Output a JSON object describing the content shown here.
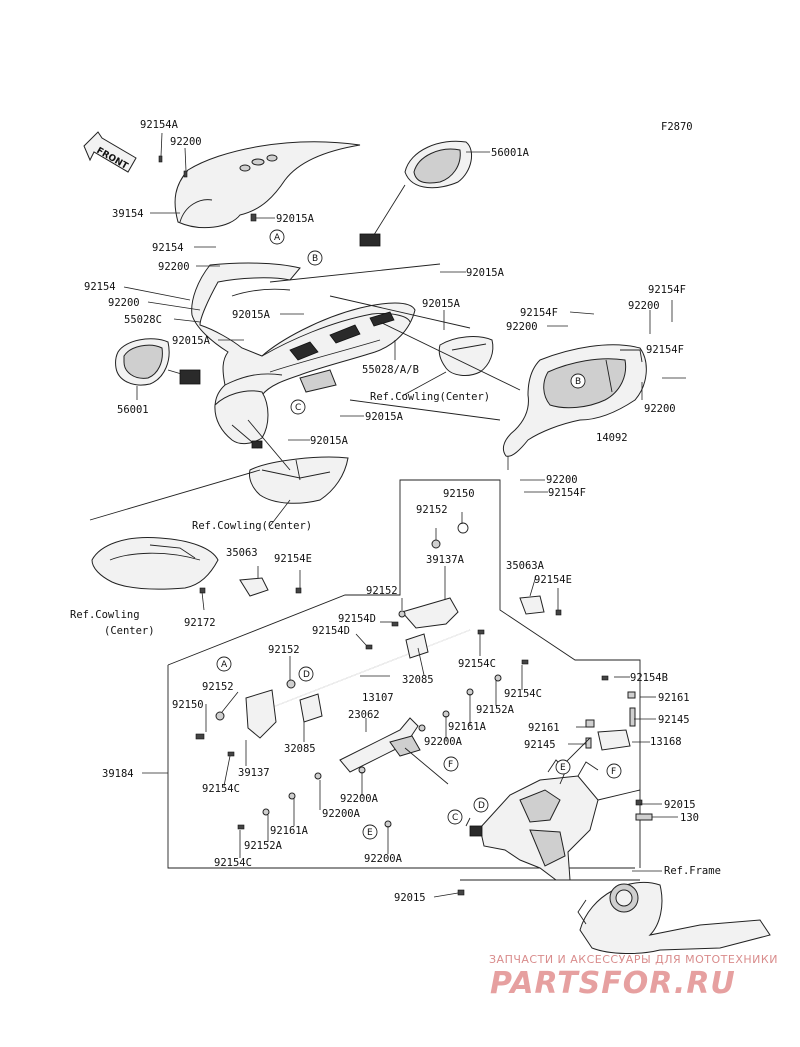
{
  "diagram_code": "F2870",
  "front_label": "FRONT",
  "labels": [
    {
      "id": "l1",
      "text": "92154A"
    },
    {
      "id": "l2",
      "text": "92200"
    },
    {
      "id": "l3",
      "text": "39154"
    },
    {
      "id": "l4",
      "text": "92015A"
    },
    {
      "id": "l5",
      "text": "56001A"
    },
    {
      "id": "l6",
      "text": "92154"
    },
    {
      "id": "l7",
      "text": "92200"
    },
    {
      "id": "l8",
      "text": "92015A"
    },
    {
      "id": "l9",
      "text": "92154"
    },
    {
      "id": "l10",
      "text": "92200"
    },
    {
      "id": "l11",
      "text": "55028C"
    },
    {
      "id": "l12",
      "text": "92015A"
    },
    {
      "id": "l13",
      "text": "92015A"
    },
    {
      "id": "l14",
      "text": "92015A"
    },
    {
      "id": "l15",
      "text": "92154F"
    },
    {
      "id": "l16",
      "text": "92200"
    },
    {
      "id": "l17",
      "text": "92200"
    },
    {
      "id": "l18",
      "text": "92154F"
    },
    {
      "id": "l19",
      "text": "92154F"
    },
    {
      "id": "l20",
      "text": "55028/A/B"
    },
    {
      "id": "l21",
      "text": "56001"
    },
    {
      "id": "l22",
      "text": "92015A"
    },
    {
      "id": "l23",
      "text": "92200"
    },
    {
      "id": "l24",
      "text": "14092"
    },
    {
      "id": "l25",
      "text": "92015A"
    },
    {
      "id": "l26",
      "text": "92200"
    },
    {
      "id": "l27",
      "text": "92154F"
    },
    {
      "id": "l28",
      "text": "92150"
    },
    {
      "id": "l29",
      "text": "92152"
    },
    {
      "id": "l30",
      "text": "35063"
    },
    {
      "id": "l31",
      "text": "92154E"
    },
    {
      "id": "l32",
      "text": "39137A"
    },
    {
      "id": "l33",
      "text": "35063A"
    },
    {
      "id": "l34",
      "text": "92154E"
    },
    {
      "id": "l35",
      "text": "92172"
    },
    {
      "id": "l36",
      "text": "92152"
    },
    {
      "id": "l37",
      "text": "92154D"
    },
    {
      "id": "l38",
      "text": "92154D"
    },
    {
      "id": "l39",
      "text": "92152"
    },
    {
      "id": "l40",
      "text": "92154C"
    },
    {
      "id": "l41",
      "text": "32085"
    },
    {
      "id": "l42",
      "text": "92154B"
    },
    {
      "id": "l43",
      "text": "13107"
    },
    {
      "id": "l44",
      "text": "92154C"
    },
    {
      "id": "l45",
      "text": "92152"
    },
    {
      "id": "l46",
      "text": "92161"
    },
    {
      "id": "l47",
      "text": "92152A"
    },
    {
      "id": "l48",
      "text": "92150"
    },
    {
      "id": "l49",
      "text": "23062"
    },
    {
      "id": "l50",
      "text": "92161A"
    },
    {
      "id": "l51",
      "text": "92145"
    },
    {
      "id": "l52",
      "text": "92161"
    },
    {
      "id": "l53",
      "text": "32085"
    },
    {
      "id": "l54",
      "text": "92200A"
    },
    {
      "id": "l55",
      "text": "92145"
    },
    {
      "id": "l56",
      "text": "13168"
    },
    {
      "id": "l57",
      "text": "39184"
    },
    {
      "id": "l58",
      "text": "39137"
    },
    {
      "id": "l59",
      "text": "92154C"
    },
    {
      "id": "l60",
      "text": "92200A"
    },
    {
      "id": "l61",
      "text": "92200A"
    },
    {
      "id": "l62",
      "text": "92015"
    },
    {
      "id": "l63",
      "text": "130"
    },
    {
      "id": "l64",
      "text": "92161A"
    },
    {
      "id": "l65",
      "text": "92152A"
    },
    {
      "id": "l66",
      "text": "92154C"
    },
    {
      "id": "l67",
      "text": "92200A"
    },
    {
      "id": "l68",
      "text": "92015"
    }
  ],
  "ref_labels": {
    "cowling_center_1": "Ref.Cowling(Center)",
    "cowling_center_2": "Ref.Cowling(Center)",
    "cowling_center_3a": "Ref.Cowling",
    "cowling_center_3b": "(Center)",
    "frame": "Ref.Frame"
  },
  "callouts": {
    "A1": "A",
    "A2": "A",
    "B1": "B",
    "B2": "B",
    "C1": "C",
    "C2": "C",
    "D1": "D",
    "D2": "D",
    "E1": "E",
    "E2": "E",
    "F1": "F",
    "F2": "F"
  },
  "watermark": {
    "tagline": "ЗАПЧАСТИ И АКСЕССУАРЫ ДЛЯ МОТОТЕХНИКИ",
    "brand": "PARTSFOR.RU"
  }
}
